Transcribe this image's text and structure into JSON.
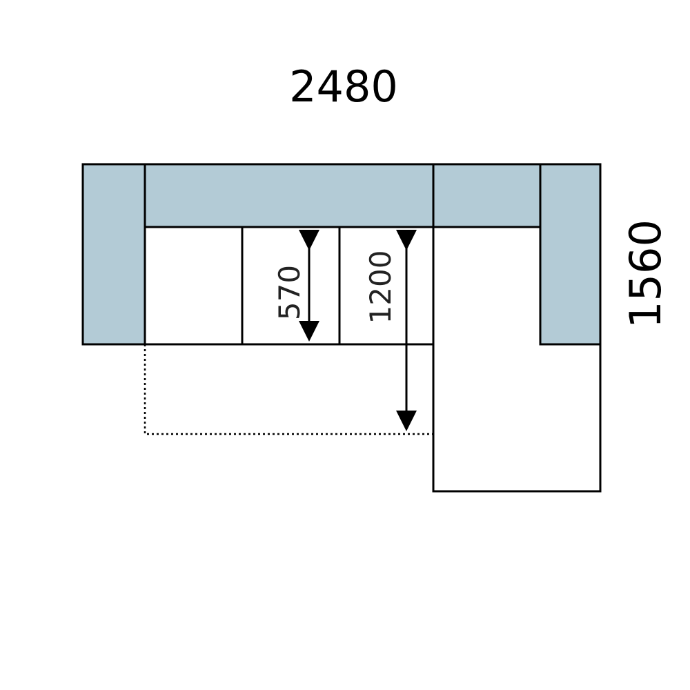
{
  "dimensions": {
    "total_width": "2480",
    "total_depth": "1560",
    "seat_depth": "570",
    "extended_depth": "1200"
  },
  "colors": {
    "cushion_fill": "#b3cbd6",
    "seat_fill": "#ffffff",
    "stroke": "#000000",
    "background": "#ffffff"
  }
}
